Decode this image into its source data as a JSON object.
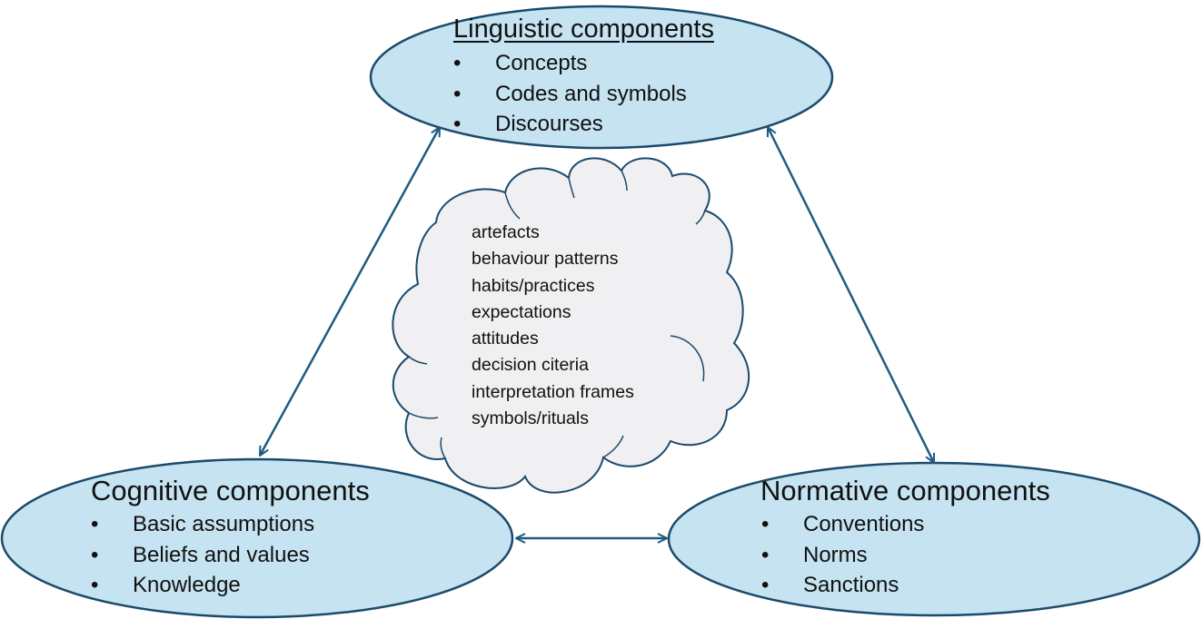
{
  "colors": {
    "ellipse_fill": "#c5e3f1",
    "ellipse_stroke": "#1b4a6b",
    "arrow": "#1e5b82",
    "cloud_fill": "#f0eff1",
    "cloud_stroke": "#1b4a6b"
  },
  "linguistic": {
    "title": "Linguistic components",
    "items": [
      "Concepts",
      "Codes and symbols",
      "Discourses"
    ]
  },
  "cognitive": {
    "title": "Cognitive components",
    "items": [
      "Basic assumptions",
      "Beliefs and values",
      "Knowledge"
    ]
  },
  "normative": {
    "title": "Normative components",
    "items": [
      "Conventions",
      "Norms",
      "Sanctions"
    ]
  },
  "cloud": {
    "items": [
      "artefacts",
      "behaviour patterns",
      "habits/practices",
      "expectations",
      "attitudes",
      "decision citeria",
      "interpretation frames",
      "symbols/rituals"
    ]
  }
}
